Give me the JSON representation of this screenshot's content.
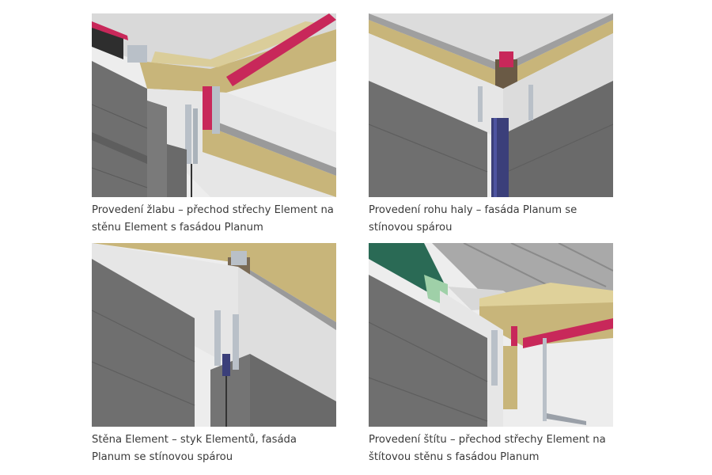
{
  "gallery": {
    "items": [
      {
        "caption": "Provedení žlabu – přechod střechy Element na stěnu Element s fasádou Planum"
      },
      {
        "caption": "Provedení rohu haly – fasáda Planum se stínovou spárou"
      },
      {
        "caption": "Stěna Element – styk Elementů, fasáda Planum se stínovou spárou"
      },
      {
        "caption": "Provedení štítu – přechod střechy Element na štítovou stěnu s fasádou Planum"
      }
    ]
  },
  "colors": {
    "panel_gray": "#6f6f6f",
    "panel_light": "#e6e6e6",
    "insulation": "#c8b57a",
    "membrane_red": "#c8285a",
    "profile_steel": "#b9c0c8",
    "profile_blue": "#3b3f7a",
    "gutter_green": "#2a6a55",
    "background": "#e9e9e9"
  }
}
